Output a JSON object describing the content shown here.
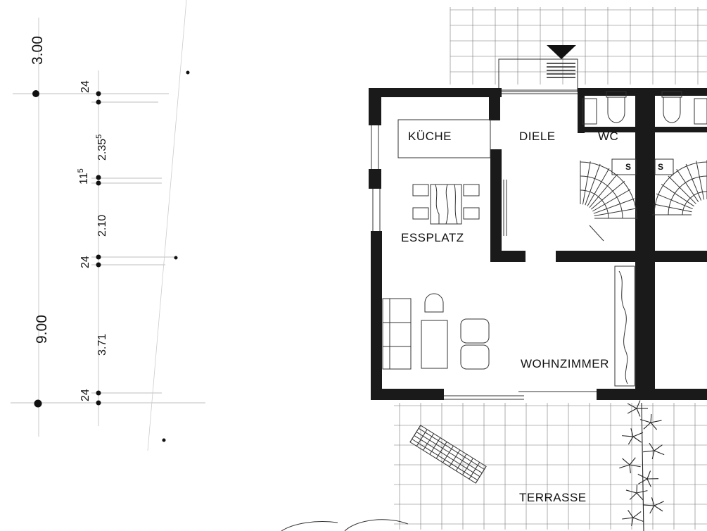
{
  "rooms": {
    "kitchen": "KÜCHE",
    "hall": "DIELE",
    "wc": "WC",
    "dining": "ESSPLATZ",
    "living": "WOHNZIMMER",
    "terrace": "TERRASSE"
  },
  "stairs": {
    "mark_left": "S",
    "mark_right": "S"
  },
  "dimensions": {
    "top": "3.00",
    "total": "9.00",
    "segments": [
      {
        "value": "24"
      },
      {
        "value": "2.35",
        "sup": "5"
      },
      {
        "value": "11",
        "sup": "5"
      },
      {
        "value": "2.10"
      },
      {
        "value": "24"
      },
      {
        "value": "3.71"
      },
      {
        "value": "24"
      }
    ]
  }
}
